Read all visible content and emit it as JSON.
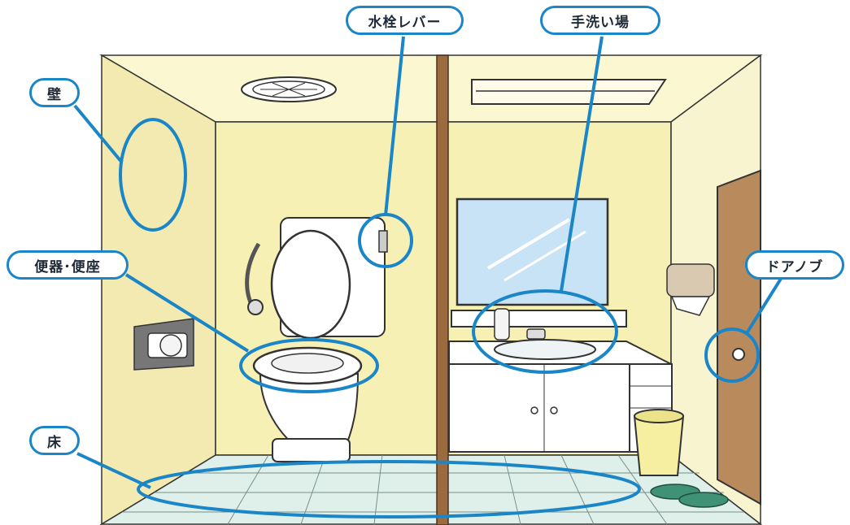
{
  "labels": {
    "faucet_lever": "水栓レバー",
    "hand_wash": "手洗い場",
    "wall": "壁",
    "toilet_seat": "便器･便座",
    "door_knob": "ドアノブ",
    "floor": "床"
  },
  "colors": {
    "accent": "#1a86c8",
    "wall": "#f6f0b5",
    "ceiling": "#fbf7d0",
    "floor": "#dff0ea",
    "partition": "#9b6a3f",
    "door": "#b88a5c"
  }
}
